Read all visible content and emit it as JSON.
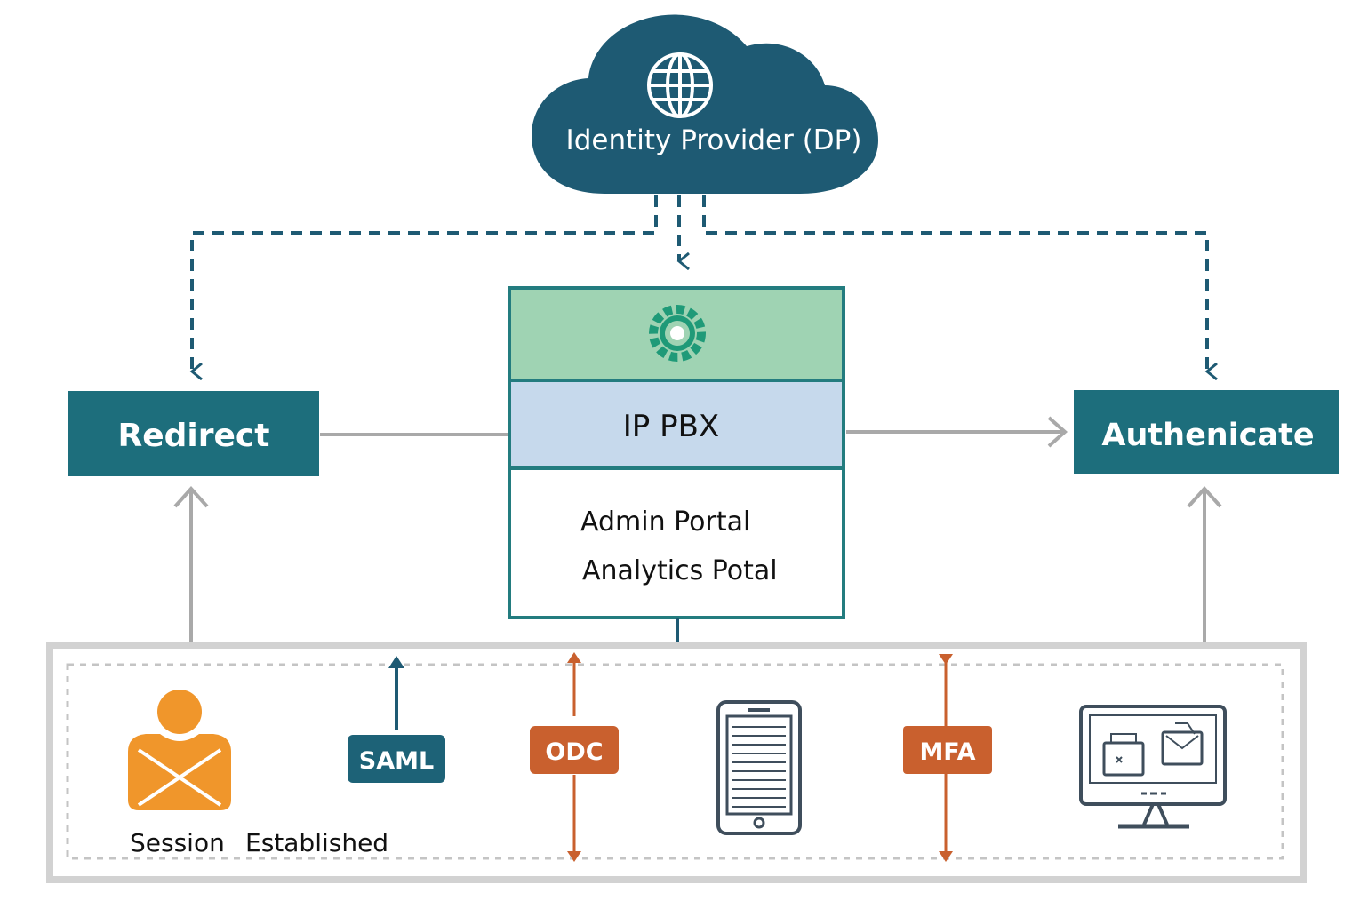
{
  "colors": {
    "cloud": "#1e5a73",
    "dash_line": "#1e5a73",
    "redirect_box": "#1d6e7c",
    "authenticate_box": "#1d6e7c",
    "pbx_header": "#9fd3b3",
    "pbx_gear": "#1f9a78",
    "pbx_title_band": "#c6d9ec",
    "pbx_border": "#237c7f",
    "gray_connector": "#a9a9a9",
    "bottom_panel_border": "#d2d2d2",
    "saml_badge": "#1d6277",
    "odc_badge": "#c9602e",
    "mfa_badge": "#c9602e",
    "user_icon": "#f0962b",
    "device_icon": "#3f4e5c"
  },
  "identity_provider": {
    "label": "Identity Provider (DP)",
    "icon": "globe-icon"
  },
  "redirect": {
    "label": "Redirect"
  },
  "authenticate": {
    "label": "Authenicate"
  },
  "pbx": {
    "icon": "gear-icon",
    "title": "IP PBX",
    "items": [
      "Admin Portal",
      "Analytics Potal"
    ]
  },
  "bottom": {
    "session": {
      "icon": "user-icon",
      "label_1": "Session",
      "label_2": "Established"
    },
    "saml": {
      "label": "SAML"
    },
    "odc": {
      "label": "ODC"
    },
    "tablet": {
      "icon": "tablet-icon"
    },
    "mfa": {
      "label": "MFA"
    },
    "monitor": {
      "icon": "monitor-icon"
    }
  }
}
